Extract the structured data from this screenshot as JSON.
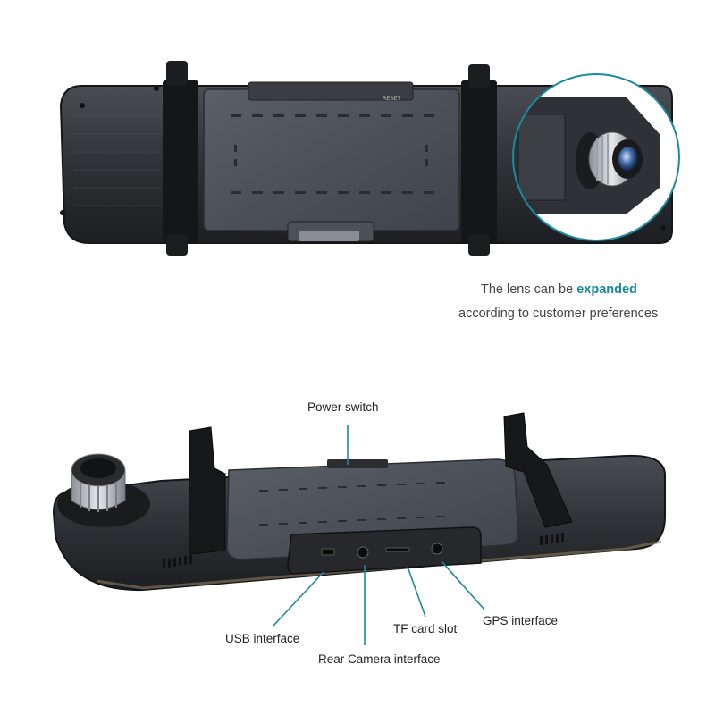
{
  "caption": {
    "line1_prefix": "The lens can be ",
    "line1_highlight": "expanded",
    "line2": "according to customer preferences"
  },
  "device_labels": {
    "reset": "RESET"
  },
  "labels": {
    "power_switch": "Power switch",
    "usb_interface": "USB interface",
    "rear_camera_interface": "Rear Camera interface",
    "tf_card_slot": "TF card slot",
    "gps_interface": "GPS interface"
  },
  "colors": {
    "highlight": "#16899a",
    "callout_line": "#1b8aa0"
  }
}
